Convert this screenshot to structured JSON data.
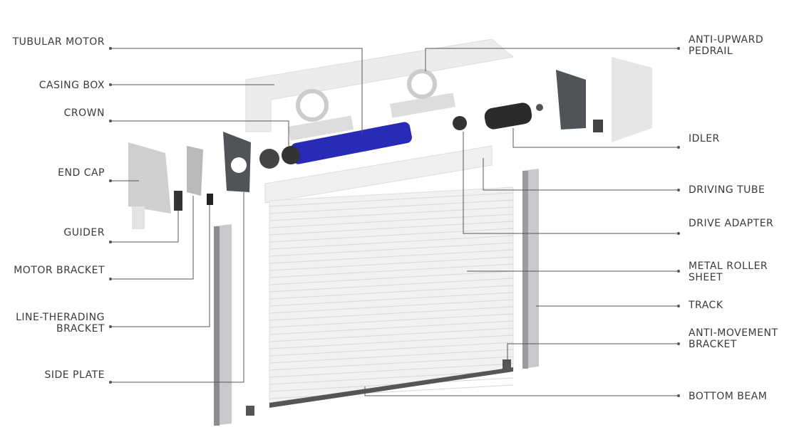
{
  "left_labels": {
    "tubular_motor": "TUBULAR MOTOR",
    "casing_box": "CASING BOX",
    "crown": "CROWN",
    "end_cap": "END CAP",
    "guider": "GUIDER",
    "motor_bracket": "MOTOR BRACKET",
    "line_therading_1": "LINE-THERADING",
    "line_therading_2": "BRACKET",
    "side_plate": "SIDE PLATE"
  },
  "right_labels": {
    "anti_upward_1": "ANTI-UPWARD",
    "anti_upward_2": "PEDRAIL",
    "idler": "IDLER",
    "driving_tube": "DRIVING TUBE",
    "drive_adapter": "DRIVE ADAPTER",
    "metal_roller_1": "METAL ROLLER",
    "metal_roller_2": "SHEET",
    "track": "TRACK",
    "anti_movement_1": "ANTI-MOVEMENT",
    "anti_movement_2": "BRACKET",
    "bottom_beam": "BOTTOM BEAM"
  },
  "colors": {
    "motor": "#2a2ab8",
    "line": "#555555",
    "dark_part": "#4a4d52"
  }
}
